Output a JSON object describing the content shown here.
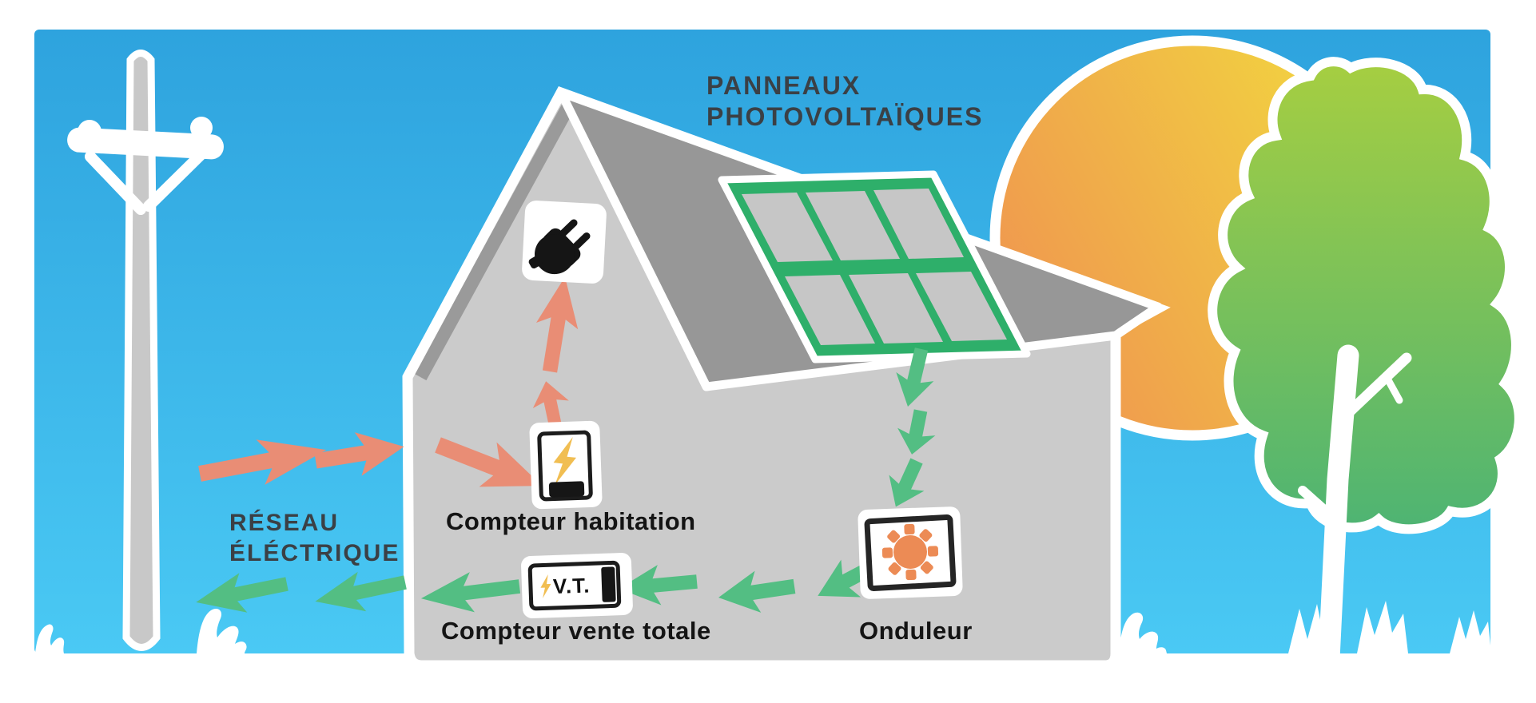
{
  "labels": {
    "panneaux_1": "PANNEAUX",
    "panneaux_2": "PHOTOVOLTAÏQUES",
    "reseau_1": "RÉSEAU",
    "reseau_2": "ÉLÉCTRIQUE",
    "compteur_habitation": "Compteur habitation",
    "compteur_vente_totale": "Compteur vente totale",
    "onduleur": "Onduleur",
    "vt": "V.T."
  },
  "icons": {
    "plug": "power-plug-icon",
    "compteur_habitation": "electric-meter-bolt-icon",
    "compteur_vente": "electric-meter-vt-icon",
    "onduleur": "inverter-sun-icon",
    "panel": "solar-panel",
    "pole": "utility-pole",
    "sun": "sun",
    "tree": "tree",
    "house": "house",
    "grass": "grass-tufts"
  },
  "colors": {
    "sky_top": "#2EA3DE",
    "sky_bottom": "#4AC9F4",
    "sun_orange": "#EF9450",
    "sun_yellow": "#F2D73F",
    "tree_top": "#A6CE41",
    "tree_bottom": "#4EB473",
    "house_wall": "#CBCBCB",
    "roof": "#979797",
    "roof_trim": "#9A9A9A",
    "panel_frame": "#2EAF6A",
    "panel_cell": "#C6C6C6",
    "pole": "#C8C8C8",
    "arrow_red": "#E98D75",
    "arrow_green": "#53BE83",
    "bolt_yellow": "#F1BE52",
    "inverter_orange": "#EC8B55",
    "label_dark": "#3B4045",
    "label_black": "#141414",
    "outline": "#FFFFFF"
  }
}
